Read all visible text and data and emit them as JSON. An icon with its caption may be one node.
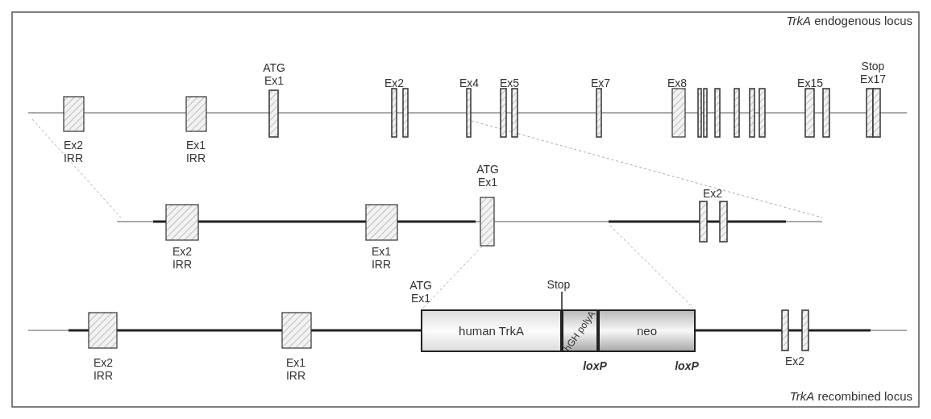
{
  "diagram": {
    "nodes": [
      {
        "text": [
          "human TrkA"
        ]
      },
      {
        "text": [
          "hGH polyA"
        ]
      },
      {
        "text": [
          "neo"
        ]
      }
    ],
    "labels": [
      "*TrkA* endogenous locus",
      "ATG Ex1",
      "Ex2",
      "Ex4",
      "Ex5",
      "Ex7",
      "Ex8",
      "Ex15",
      "Stop Ex17",
      "Ex2 IRR",
      "Ex1 IRR",
      "ATG Ex1",
      "Ex2",
      "Ex2 IRR",
      "Ex1 IRR",
      "ATG Ex1",
      "Stop",
      "Ex2",
      "Ex2 IRR",
      "Ex1 IRR",
      "loxP",
      "loxP",
      "*TrkA* recombined locus"
    ]
  }
}
